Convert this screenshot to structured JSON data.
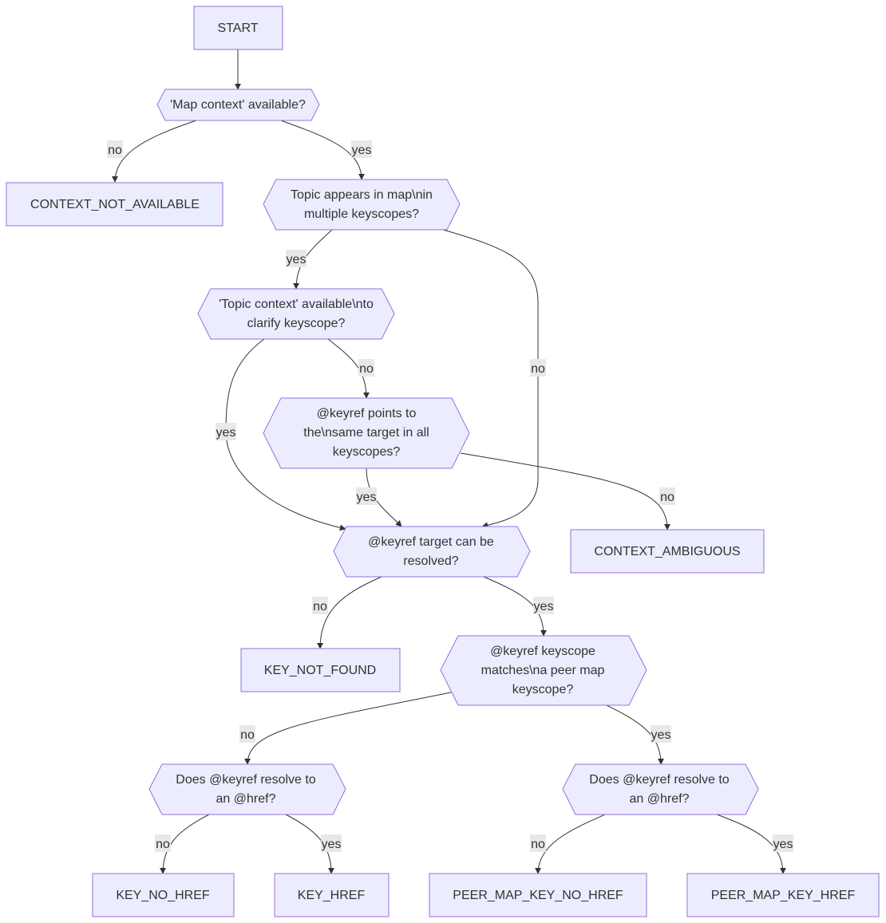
{
  "nodes": {
    "start": [
      "START"
    ],
    "q_map_context": [
      "'Map context' available?"
    ],
    "context_not_available": [
      "CONTEXT_NOT_AVAILABLE"
    ],
    "q_multiple_keyscopes": [
      "Topic appears in map\\nin",
      "multiple keyscopes?"
    ],
    "q_topic_context": [
      "'Topic context' available\\nto",
      "clarify keyscope?"
    ],
    "q_same_target": [
      "@keyref points to",
      "the\\nsame target in all",
      "keyscopes?"
    ],
    "q_target_resolved": [
      "@keyref target can be",
      "resolved?"
    ],
    "context_ambiguous": [
      "CONTEXT_AMBIGUOUS"
    ],
    "key_not_found": [
      "KEY_NOT_FOUND"
    ],
    "q_peer_map": [
      "@keyref keyscope",
      "matches\\na peer map",
      "keyscope?"
    ],
    "q_href_left": [
      "Does @keyref resolve to",
      "an @href?"
    ],
    "q_href_right": [
      "Does @keyref resolve to",
      "an @href?"
    ],
    "key_no_href": [
      "KEY_NO_HREF"
    ],
    "key_href": [
      "KEY_HREF"
    ],
    "peer_map_key_no_href": [
      "PEER_MAP_KEY_NO_HREF"
    ],
    "peer_map_key_href": [
      "PEER_MAP_KEY_HREF"
    ]
  },
  "edge_labels": {
    "map_no": "no",
    "map_yes": "yes",
    "multi_yes": "yes",
    "multi_no": "no",
    "topic_yes": "yes",
    "topic_no": "no",
    "same_yes": "yes",
    "same_no": "no",
    "resolved_no": "no",
    "resolved_yes": "yes",
    "peer_no": "no",
    "peer_yes": "yes",
    "href_left_no": "no",
    "href_left_yes": "yes",
    "href_right_no": "no",
    "href_right_yes": "yes"
  },
  "colors": {
    "node_fill": "#ECECFF",
    "node_stroke": "#9370DB",
    "edge": "#333333",
    "edge_label_bg": "#e8e8e8"
  }
}
